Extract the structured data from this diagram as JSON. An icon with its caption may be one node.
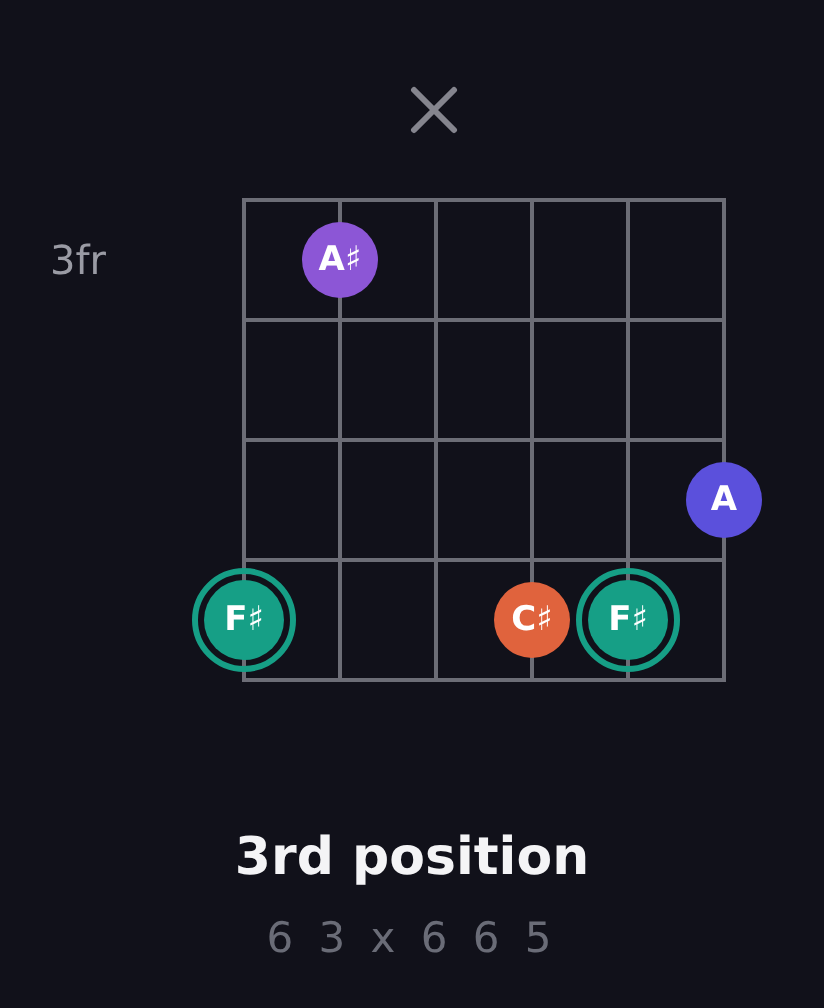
{
  "diagram": {
    "title": "3rd position",
    "caption": "6 3 x 6 6 5",
    "nodes": [
      {
        "text": [
          "A♯"
        ]
      },
      {
        "text": [
          "A"
        ]
      },
      {
        "text": [
          "F♯"
        ]
      },
      {
        "text": [
          "C♯"
        ]
      },
      {
        "text": [
          "F♯"
        ]
      }
    ],
    "labels": [
      "3fr"
    ]
  }
}
